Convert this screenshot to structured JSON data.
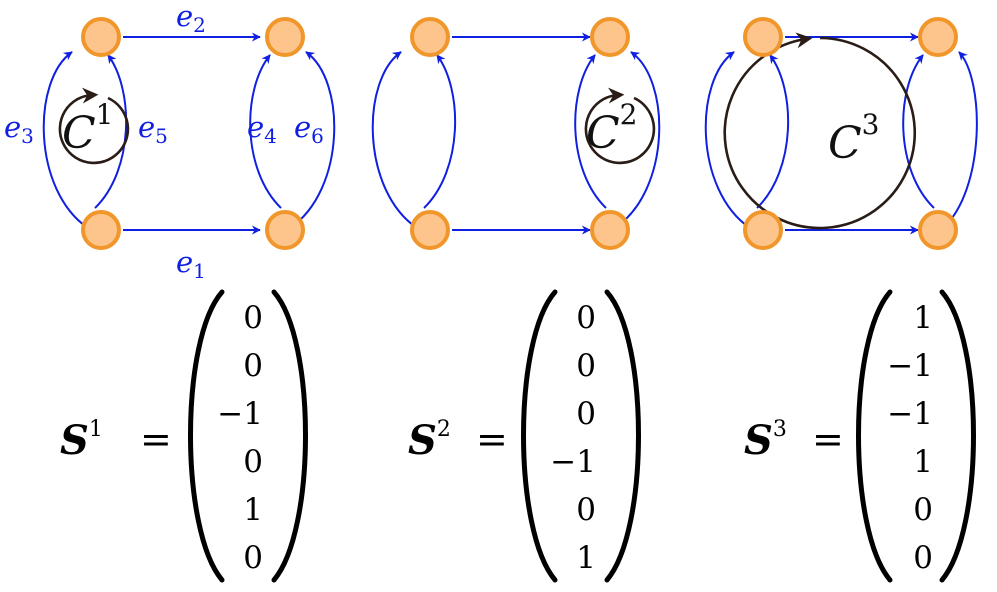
{
  "colors": {
    "node_fill": "#fdc58c",
    "node_stroke": "#f0962a",
    "edge": "#1020e0",
    "cycle": "#2a1c16",
    "text": "#000000"
  },
  "edge_labels": {
    "e1": {
      "base": "e",
      "sub": "1"
    },
    "e2": {
      "base": "e",
      "sub": "2"
    },
    "e3": {
      "base": "e",
      "sub": "3"
    },
    "e4": {
      "base": "e",
      "sub": "4"
    },
    "e5": {
      "base": "e",
      "sub": "5"
    },
    "e6": {
      "base": "e",
      "sub": "6"
    }
  },
  "cycles": [
    {
      "base": "C",
      "sup": "1"
    },
    {
      "base": "C",
      "sup": "2"
    },
    {
      "base": "C",
      "sup": "3"
    }
  ],
  "vectors": [
    {
      "base": "S",
      "sup": "1",
      "equals": "=",
      "entries": [
        "0",
        "0",
        "−1",
        "0",
        "1",
        "0"
      ]
    },
    {
      "base": "S",
      "sup": "2",
      "equals": "=",
      "entries": [
        "0",
        "0",
        "0",
        "−1",
        "0",
        "1"
      ]
    },
    {
      "base": "S",
      "sup": "3",
      "equals": "=",
      "entries": [
        "1",
        "−1",
        "−1",
        "1",
        "0",
        "0"
      ]
    }
  ]
}
